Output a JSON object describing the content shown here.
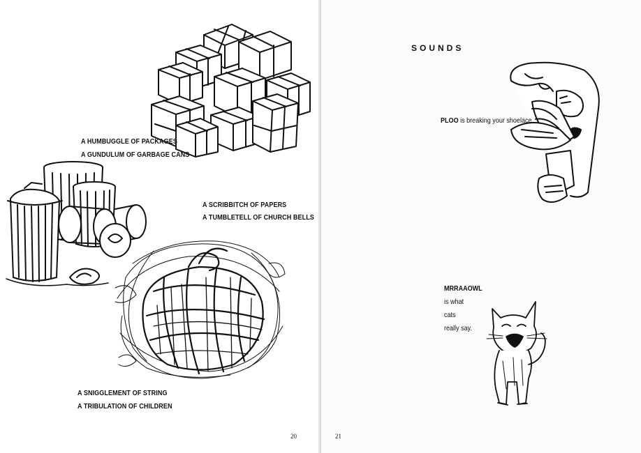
{
  "left_page": {
    "captions": [
      "A HUMBUGGLE OF PACKAGES",
      "A GUNDULUM OF GARBAGE CANS",
      "A SCRIBBITCH OF PAPERS",
      "A TUMBLETELL OF CHURCH BELLS",
      "A SNIGGLEMENT OF STRING",
      "A TRIBULATION OF CHILDREN"
    ],
    "page_number": "20",
    "illustrations": [
      "packages-illustration",
      "garbage-cans-illustration",
      "ball-of-string-illustration"
    ]
  },
  "right_page": {
    "heading": "SOUNDS",
    "shoelace": {
      "word": "PLOO",
      "text": " is breaking your shoelace."
    },
    "cat": {
      "word": "MRRAAOWL",
      "lines": [
        "is what",
        "cats",
        "really say."
      ]
    },
    "page_number": "21",
    "illustrations": [
      "shoelace-illustration",
      "cat-illustration"
    ]
  }
}
